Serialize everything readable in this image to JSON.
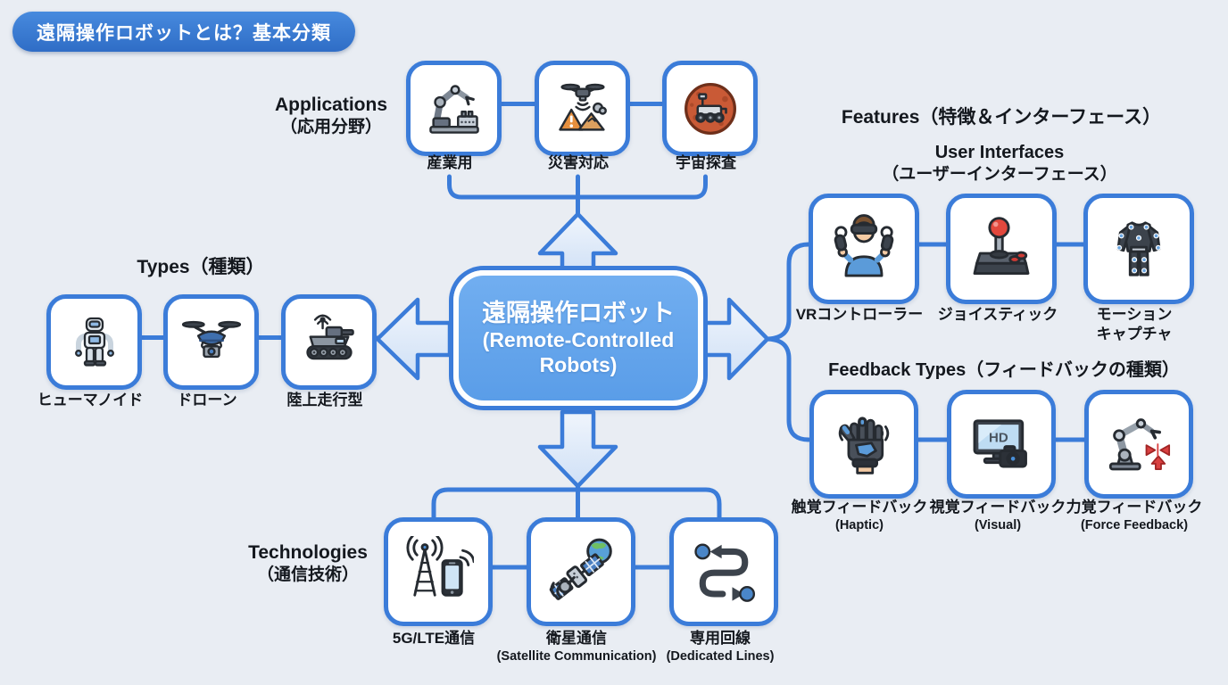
{
  "title": "遠隔操作ロボットとは？基本分類",
  "center": {
    "ja": "遠隔操作ロボット",
    "en1": "(Remote-Controlled",
    "en2": "Robots)"
  },
  "applications": {
    "label_en": "Applications",
    "label_ja": "（応用分野）",
    "items": [
      "産業用",
      "災害対応",
      "宇宙探査"
    ]
  },
  "types": {
    "label": "Types（種類）",
    "items": [
      "ヒューマノイド",
      "ドローン",
      "陸上走行型"
    ]
  },
  "features": {
    "label": "Features（特徴＆インターフェース）"
  },
  "user_interfaces": {
    "label_en": "User Interfaces",
    "label_ja": "（ユーザーインターフェース）",
    "items": [
      [
        "VRコントローラー"
      ],
      [
        "ジョイスティック"
      ],
      [
        "モーション",
        "キャプチャ"
      ]
    ]
  },
  "feedback_types": {
    "label": "Feedback Types（フィードバックの種類）",
    "items": [
      {
        "ja": "触覚フィードバック",
        "en": "(Haptic)"
      },
      {
        "ja": "視覚フィードバック",
        "en": "(Visual)"
      },
      {
        "ja": "力覚フィードバック",
        "en": "(Force Feedback)"
      }
    ]
  },
  "technologies": {
    "label_en": "Technologies",
    "label_ja": "（通信技術）",
    "items": [
      {
        "ja": "5G/LTE通信"
      },
      {
        "ja": "衛星通信",
        "en": "(Satellite Communication)"
      },
      {
        "ja": "専用回線",
        "en": "(Dedicated Lines)"
      }
    ]
  },
  "icons": {
    "hd_label": "HD"
  },
  "colors": {
    "accent": "#3b7cd9",
    "center_fill": "#64a6ec",
    "badge_blue": "#3b78d1",
    "background": "#e9edf3",
    "text": "#14181e",
    "arrow_fill": "#e1ecfa"
  }
}
